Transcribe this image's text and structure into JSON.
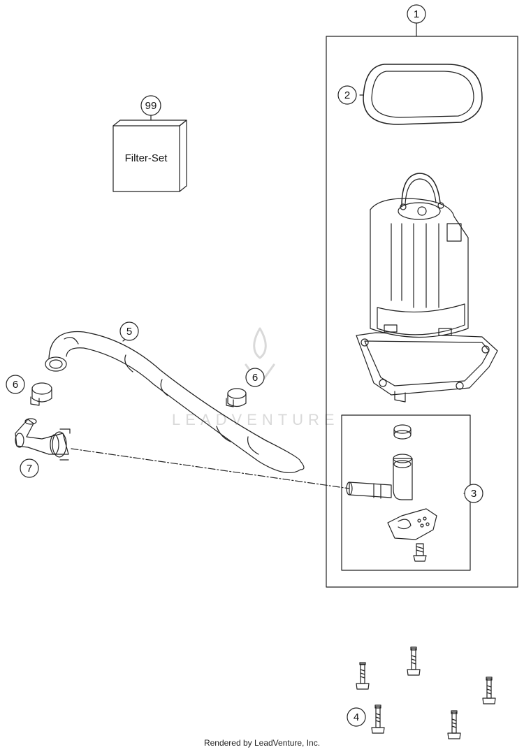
{
  "callouts": {
    "c1": "1",
    "c2": "2",
    "c3": "3",
    "c4": "4",
    "c5": "5",
    "c6a": "6",
    "c6b": "6",
    "c7": "7",
    "c99": "99"
  },
  "filter_box_label": "Filter-Set",
  "watermark": "LEADVENTURE",
  "footer": "Rendered by LeadVenture, Inc.",
  "colors": {
    "line": "#222222",
    "part_fill": "#ffffff",
    "watermark": "#d9d9d9"
  }
}
